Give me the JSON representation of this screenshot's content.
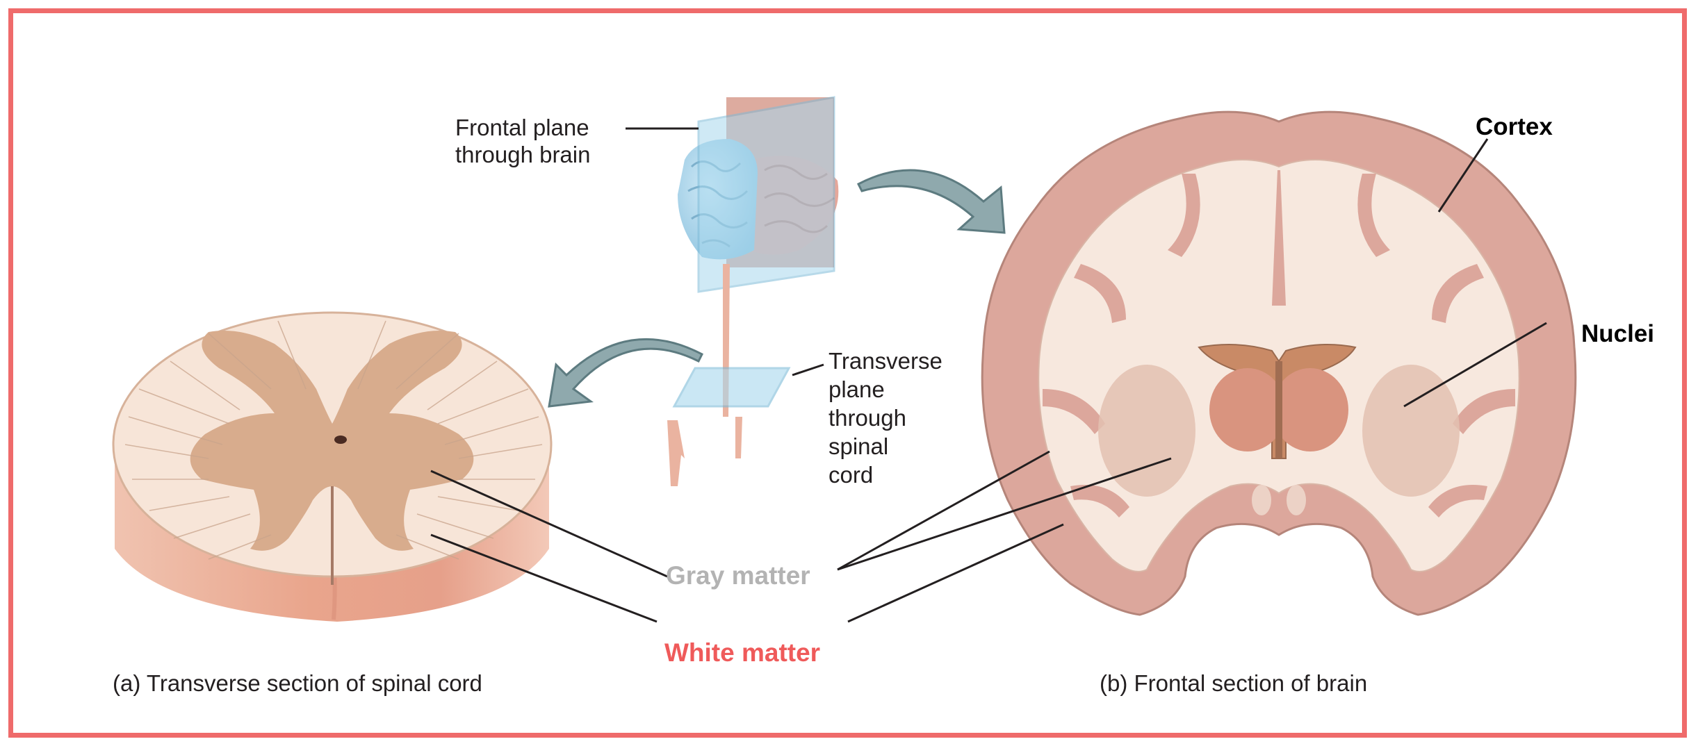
{
  "diagram": {
    "frame_color": "#ef6b6b",
    "labels": {
      "frontal_plane": [
        "Frontal plane",
        "through brain"
      ],
      "transverse_plane": [
        "Transverse",
        "plane",
        "through",
        "spinal",
        "cord"
      ],
      "cortex": "Cortex",
      "nuclei": "Nuclei",
      "gray_matter": "Gray matter",
      "white_matter": "White matter"
    },
    "captions": {
      "a": "(a) Transverse section of spinal cord",
      "b": "(b) Frontal section of brain"
    },
    "colors": {
      "gray_matter_label": "#b3b3b3",
      "white_matter_label": "#ef5a5a",
      "cortex_tissue": "#dca79c",
      "white_matter_tissue": "#f6e6dc",
      "spinal_gray": "#d6a88a",
      "plane_blue": "#a8d8ee",
      "arrow": "#8fa9ad"
    }
  }
}
